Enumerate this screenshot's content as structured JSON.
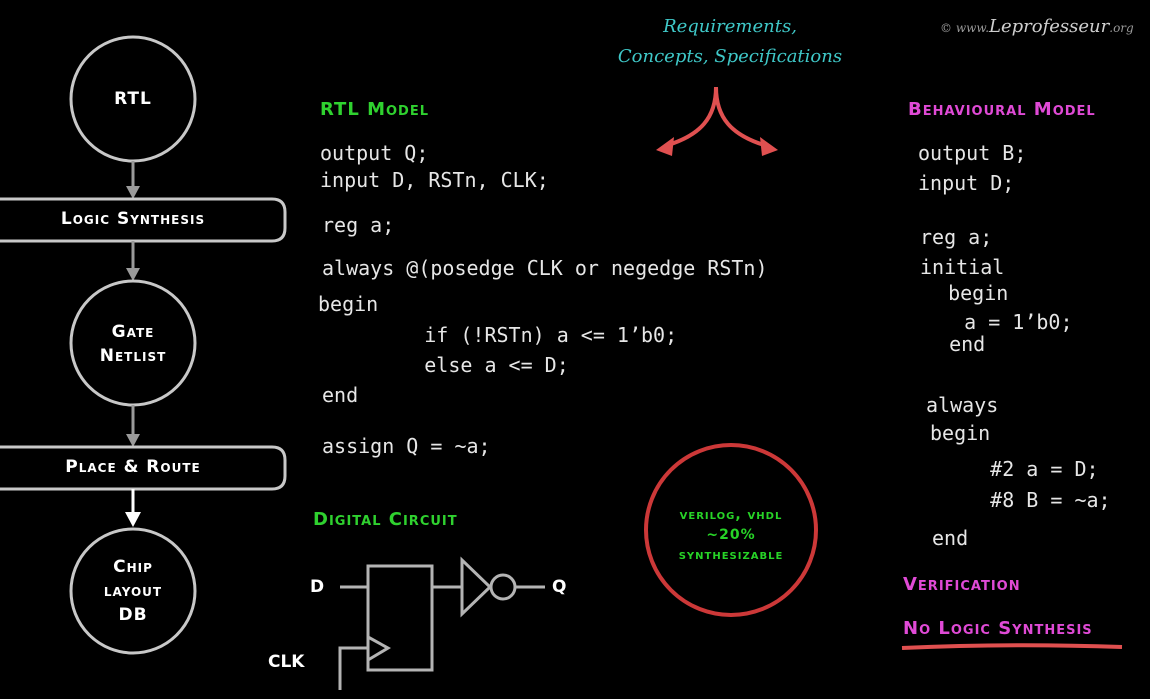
{
  "watermark": {
    "prefix": "© www.",
    "brand": "Leprofesseur",
    "suffix": ".org"
  },
  "requirements": {
    "line1": "Requirements,",
    "line2": "Concepts, Specifications"
  },
  "flow": {
    "rtl": "RTL",
    "logic_synthesis": "Logic Synthesis",
    "gate_netlist": "Gate\nNetlist",
    "place_route": "Place & Route",
    "chip_layout": "Chip\nlayout\nDB"
  },
  "rtl_model": {
    "heading": "RTL Model",
    "lines": [
      "output Q;",
      "input D, RSTn, CLK;",
      "reg a;",
      "always @(posedge CLK or negedge RSTn)",
      "begin",
      "      if (!RSTn) a <= 1’b0;",
      "      else a <= D;",
      "end",
      "assign Q = ~a;"
    ]
  },
  "digital_circuit": {
    "heading": "Digital Circuit",
    "pin_d": "D",
    "pin_q": "Q",
    "pin_clk": "CLK"
  },
  "stamp": {
    "line1": "verilog, vhdl",
    "line2": "~20%",
    "line3": "synthesizable"
  },
  "behavioural_model": {
    "heading": "Behavioural Model",
    "lines": [
      "output B;",
      "input D;",
      "reg a;",
      "initial",
      "  begin",
      "   a = 1’b0;",
      "  end",
      "always",
      "begin",
      "    #2 a = D;",
      "    #8 B = ~a;",
      "end"
    ]
  },
  "verification": "Verification",
  "no_synthesis": "No Logic Synthesis",
  "colors": {
    "accent_green": "#2fd12f",
    "accent_magenta": "#e04ad6",
    "accent_cyan": "#3fc8c8",
    "accent_red": "#e05050"
  }
}
